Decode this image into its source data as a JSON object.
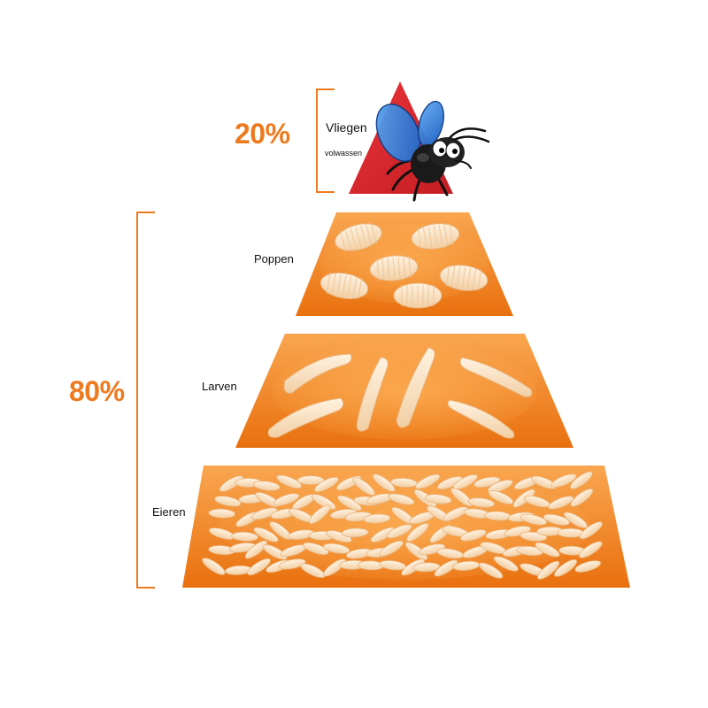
{
  "colors": {
    "accent": "#ee7a1f",
    "tier_fill_light": "#f7a14a",
    "tier_fill_dark": "#e8700f",
    "adult_tier": "#d9262b",
    "item_fill": "#fbe3c4",
    "bracket": "#ee7a1f"
  },
  "adult": {
    "percent": "20%",
    "title": "Vliegen",
    "subtitle": "volwassen",
    "icon": "fly-icon"
  },
  "immature": {
    "percent": "80%"
  },
  "tiers": [
    {
      "label": "Poppen",
      "item_icon": "pupa-icon"
    },
    {
      "label": "Larven",
      "item_icon": "larva-icon"
    },
    {
      "label": "Eieren",
      "item_icon": "egg-icon"
    }
  ]
}
